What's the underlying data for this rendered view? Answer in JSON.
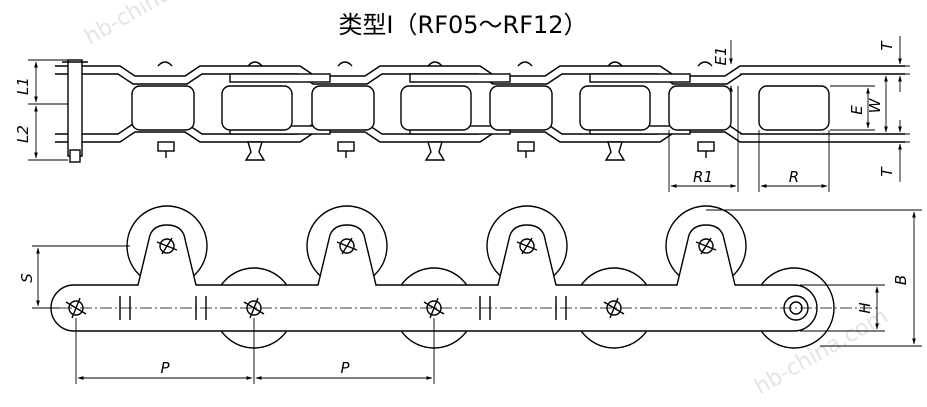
{
  "title": "类型Ⅰ（RF05～RF12）",
  "watermark": "hb-china.com",
  "labels": {
    "L1": "L1",
    "L2": "L2",
    "E1": "E1",
    "T_top": "T",
    "E": "E",
    "W": "W",
    "T_bottom": "T",
    "R1": "R1",
    "R": "R",
    "S": "S",
    "B": "B",
    "H": "H",
    "P_left": "P",
    "P_right": "P"
  }
}
